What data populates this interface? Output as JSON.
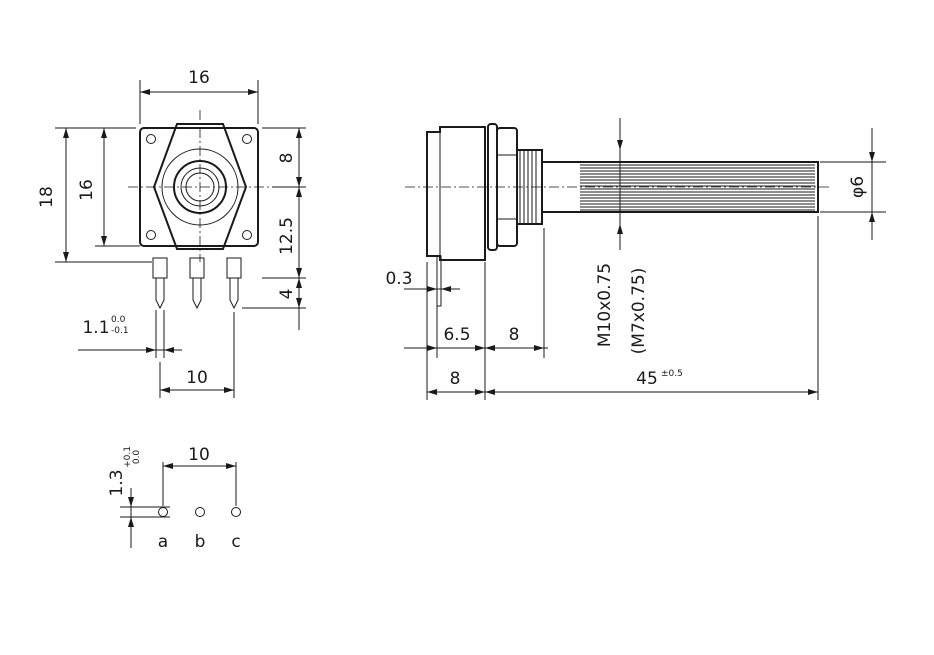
{
  "front_view": {
    "width_16": "16",
    "height_18": "18",
    "height_16": "16",
    "offset_8": "8",
    "offset_12_5": "12.5",
    "pin_length_4": "4",
    "pin_width_1_1": "1.1",
    "pin_width_tol_upper": "0.0",
    "pin_width_tol_lower": "-0.1",
    "pin_pitch_10": "10"
  },
  "side_view": {
    "pin_thickness_0_3": "0.3",
    "dim_6_5": "6.5",
    "dim_8_bushing": "8",
    "dim_8_body": "8",
    "shaft_length_45": "45",
    "shaft_length_tol": "±0.5",
    "thread_m10": "M10x0.75",
    "thread_m7": "(M7x0.75)",
    "shaft_dia": "φ6"
  },
  "footprint": {
    "hole_dia_1_3": "1.3",
    "hole_tol_upper": "+0.1",
    "hole_tol_lower": "0.0",
    "pitch_10": "10",
    "pin_a": "a",
    "pin_b": "b",
    "pin_c": "c"
  }
}
